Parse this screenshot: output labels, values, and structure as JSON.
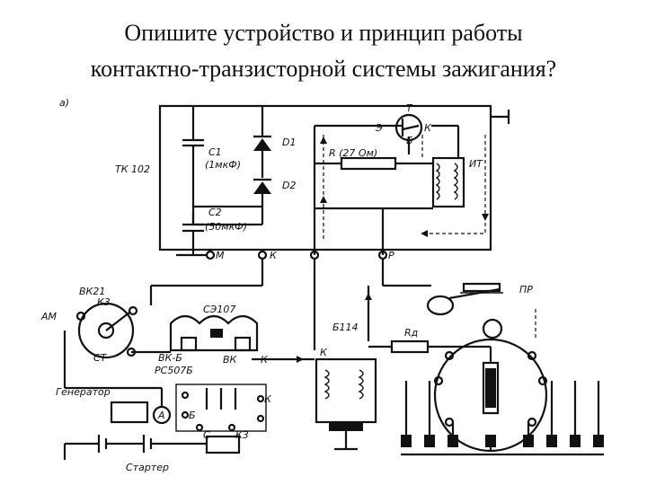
{
  "title": {
    "line1": "Опишите устройство и принцип работы",
    "line2": "контактно-транзисторной системы зажигания?"
  },
  "diagram": {
    "panel_label": "а)",
    "labels": {
      "tk102": "ТК 102",
      "c1": "С1",
      "c1_value": "(1мкФ)",
      "d1": "D1",
      "d2": "D2",
      "c2": "С2",
      "c2_value": "(50мкФ)",
      "t": "Т",
      "e": "Э",
      "k_tr": "К",
      "b": "Б",
      "r": "R (27 Ом)",
      "it": "ИТ",
      "m": "М",
      "k_term": "К",
      "p_term": "Р",
      "vk21": "ВК21",
      "k3": "К3",
      "am": "АМ",
      "st": "СТ",
      "se107": "СЭ107",
      "vkb": "ВК-Б",
      "vk": "ВК",
      "k_se": "К",
      "rs507b": "РС507Б",
      "b114": "Б114",
      "k_coil": "К",
      "rd": "Rд",
      "pr": "ПР",
      "generator": "Генератор",
      "a": "А",
      "b_relay": "Б",
      "c_relay": "С",
      "k3_relay": "К3",
      "k_relay": "К",
      "starter": "Стартер"
    }
  }
}
